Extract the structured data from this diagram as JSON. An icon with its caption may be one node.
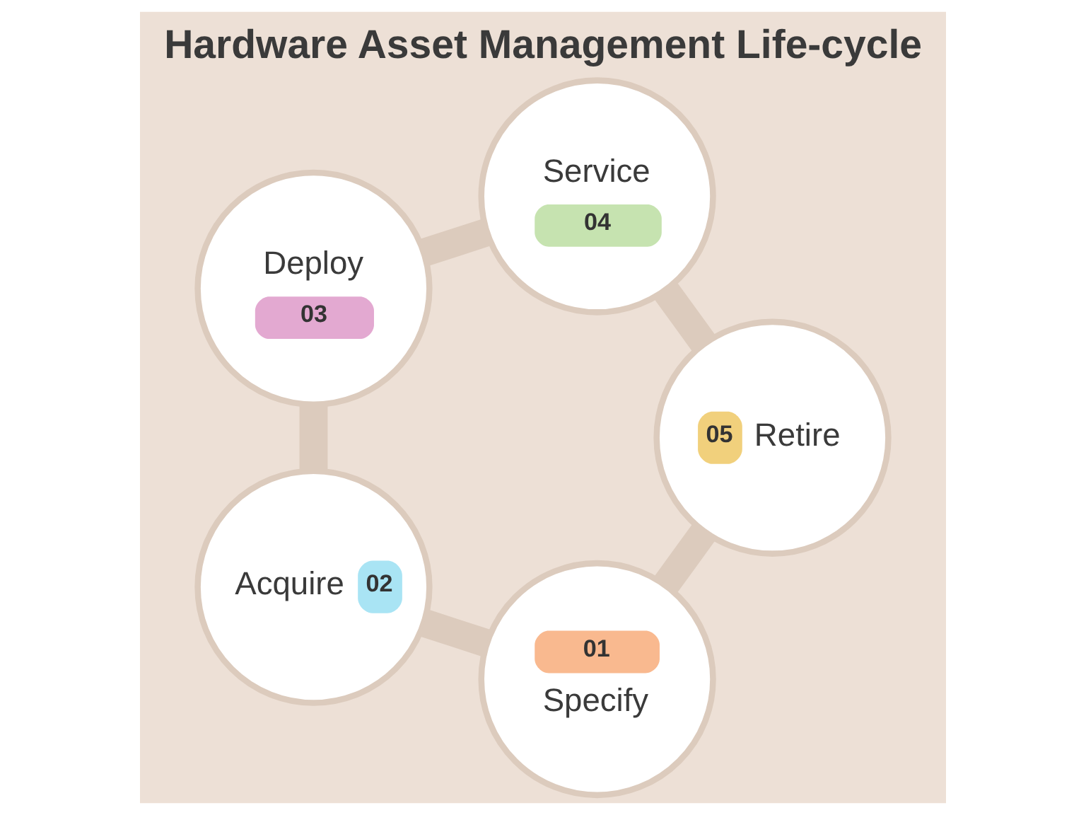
{
  "diagram": {
    "title": "Hardware Asset Management Life-cycle",
    "nodes": [
      {
        "text": [
          "01",
          "Specify"
        ]
      },
      {
        "text": [
          "Acquire",
          "02"
        ]
      },
      {
        "text": [
          "Deploy",
          "03"
        ]
      },
      {
        "text": [
          "Service",
          "04"
        ]
      },
      {
        "text": [
          "05",
          "Retire"
        ]
      }
    ],
    "edges": [
      {
        "from": 0,
        "to": 1,
        "arrow": "none"
      },
      {
        "from": 1,
        "to": 2,
        "arrow": "none"
      },
      {
        "from": 2,
        "to": 3,
        "arrow": "none"
      },
      {
        "from": 3,
        "to": 4,
        "arrow": "none"
      },
      {
        "from": 4,
        "to": 0,
        "arrow": "none"
      }
    ]
  }
}
